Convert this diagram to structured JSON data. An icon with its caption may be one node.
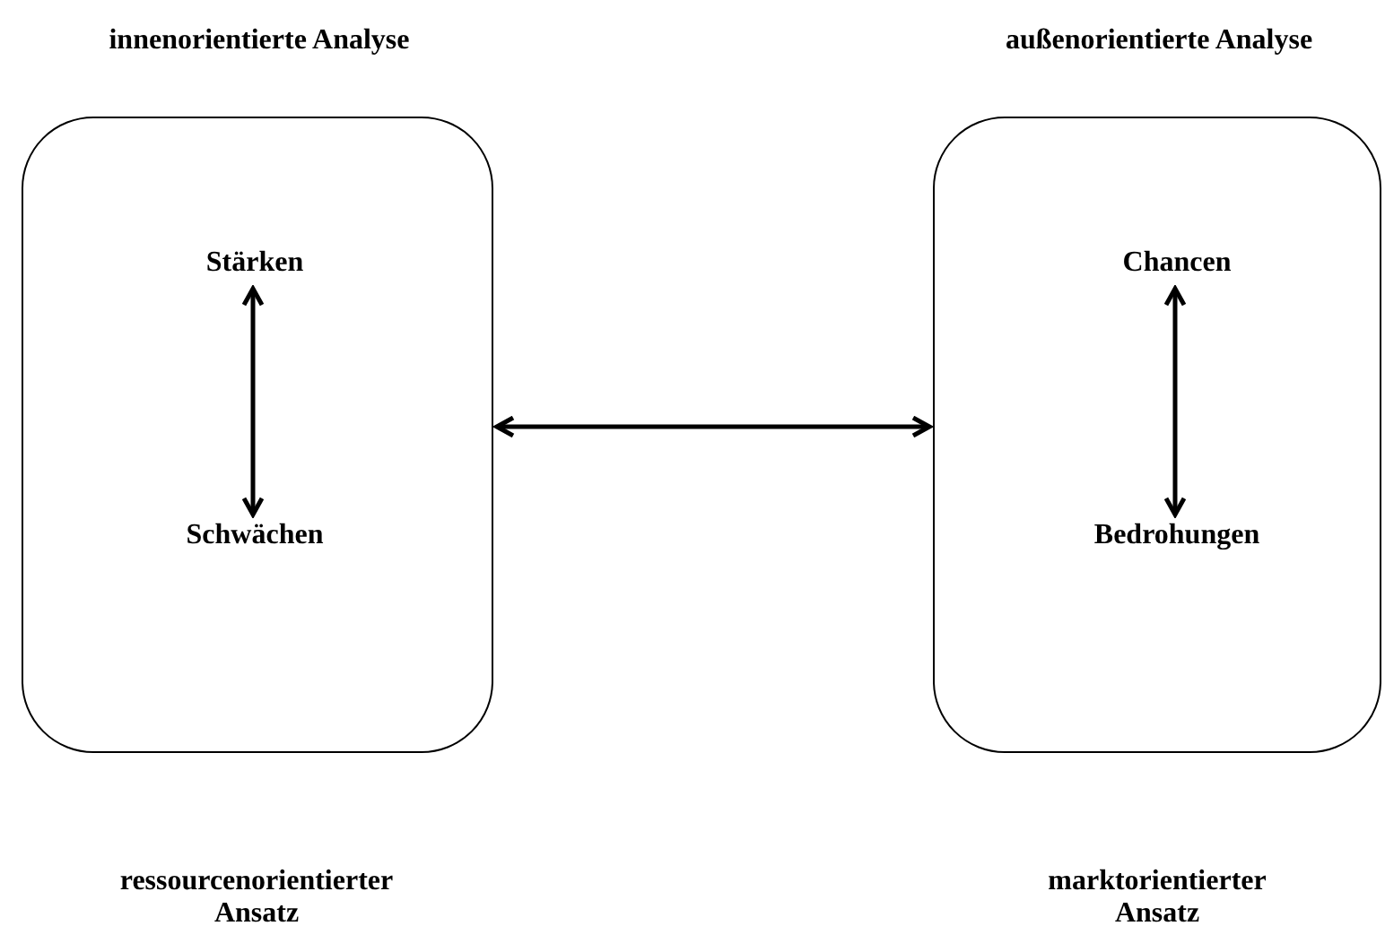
{
  "diagram": {
    "nodes": [
      {
        "text": [
          "innenorientierte Analyse"
        ]
      },
      {
        "text": [
          "Stärken"
        ],
        "in": 0
      },
      {
        "text": [
          "Schwächen"
        ],
        "in": 0
      },
      {
        "text": [
          "außenorientierte Analyse"
        ]
      },
      {
        "text": [
          "Chancen"
        ],
        "in": 3
      },
      {
        "text": [
          "Bedrohungen"
        ],
        "in": 3
      }
    ],
    "edges": [
      {
        "from": 1,
        "to": 2,
        "arrow": "both"
      },
      {
        "from": 0,
        "to": 3,
        "arrow": "both"
      },
      {
        "from": 4,
        "to": 5,
        "arrow": "both"
      }
    ],
    "labels": [
      "ressourcenorientierter Ansatz",
      "marktorientierter Ansatz"
    ]
  }
}
